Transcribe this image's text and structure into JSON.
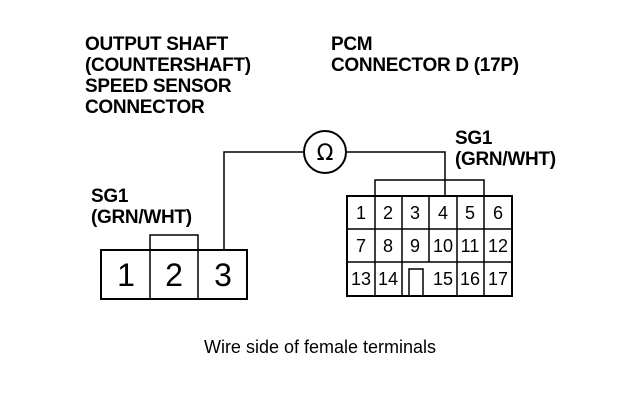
{
  "sensor_connector": {
    "title_lines": [
      "OUTPUT SHAFT",
      "(COUNTERSHAFT)",
      "SPEED SENSOR",
      "CONNECTOR"
    ],
    "wire_label": [
      "SG1",
      "(GRN/WHT)"
    ],
    "terminals": [
      "1",
      "2",
      "3"
    ]
  },
  "pcm_connector": {
    "title_lines": [
      "PCM",
      "CONNECTOR D (17P)"
    ],
    "wire_label": [
      "SG1",
      "(GRN/WHT)"
    ],
    "rows": [
      [
        "1",
        "2",
        "3",
        "4",
        "5",
        "6"
      ],
      [
        "7",
        "8",
        "9",
        "10",
        "11",
        "12"
      ],
      [
        "13",
        "14",
        "",
        "15",
        "16",
        "17"
      ]
    ]
  },
  "meter": {
    "symbol": "Ω"
  },
  "caption": "Wire side of female terminals"
}
